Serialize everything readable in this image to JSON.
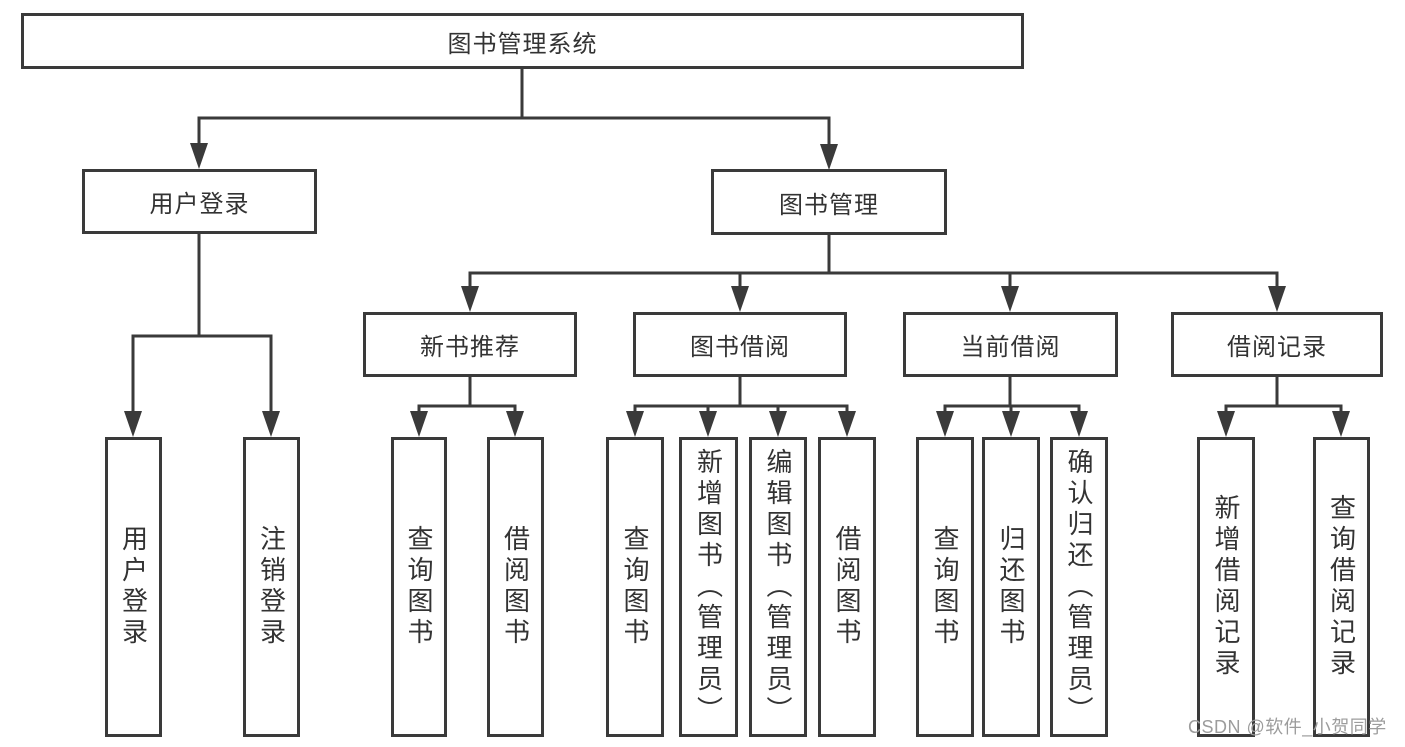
{
  "colors": {
    "line": "#3a3a3a",
    "node_border": "#3a3a3a",
    "node_text": "#333333",
    "watermark": "#9c9c9c",
    "background": "#ffffff"
  },
  "tree": {
    "root": {
      "label": "图书管理系统"
    },
    "children": [
      {
        "label": "用户登录",
        "children": [
          {
            "label": "用户登录"
          },
          {
            "label": "注销登录"
          }
        ]
      },
      {
        "label": "图书管理",
        "children": [
          {
            "label": "新书推荐",
            "children": [
              {
                "label": "查询图书"
              },
              {
                "label": "借阅图书"
              }
            ]
          },
          {
            "label": "图书借阅",
            "children": [
              {
                "label": "查询图书"
              },
              {
                "label": "新增图书（管理员）"
              },
              {
                "label": "编辑图书（管理员）"
              },
              {
                "label": "借阅图书"
              }
            ]
          },
          {
            "label": "当前借阅",
            "children": [
              {
                "label": "查询图书"
              },
              {
                "label": "归还图书"
              },
              {
                "label": "确认归还（管理员）"
              }
            ]
          },
          {
            "label": "借阅记录",
            "children": [
              {
                "label": "新增借阅记录"
              },
              {
                "label": "查询借阅记录"
              }
            ]
          }
        ]
      }
    ]
  },
  "watermark": {
    "text": "CSDN @软件_小贺同学"
  }
}
